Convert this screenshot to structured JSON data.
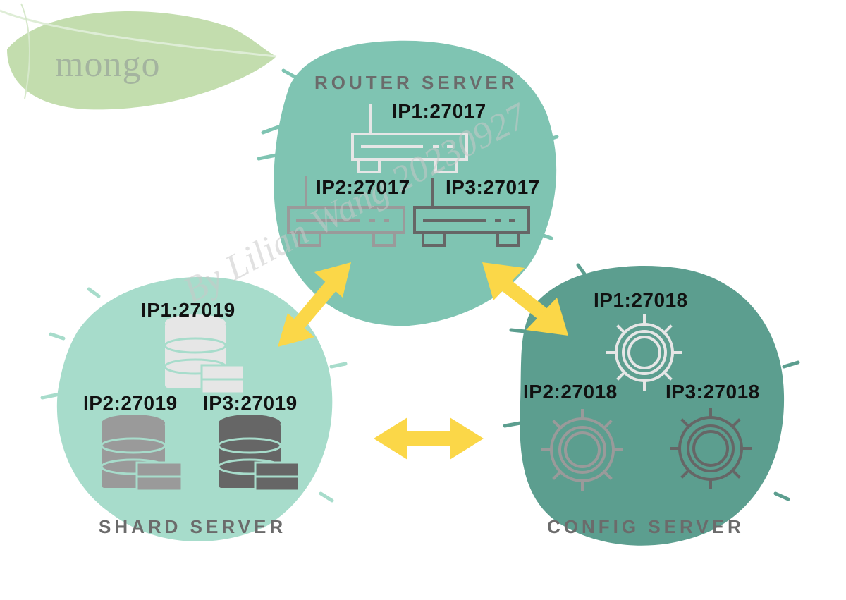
{
  "logo": {
    "text": "mongo"
  },
  "watermark": {
    "text": "By Lilian Wang 20230927"
  },
  "router": {
    "title": "ROUTER SERVER",
    "nodes": [
      "IP1:27017",
      "IP2:27017",
      "IP3:27017"
    ]
  },
  "shard": {
    "title": "SHARD SERVER",
    "nodes": [
      "IP1:27019",
      "IP2:27019",
      "IP3:27019"
    ]
  },
  "config": {
    "title": "CONFIG SERVER",
    "nodes": [
      "IP1:27018",
      "IP2:27018",
      "IP3:27018"
    ]
  },
  "colors": {
    "router_blob": "#7fc4b2",
    "shard_blob": "#a7dccb",
    "config_blob": "#5c9e8f",
    "arrow": "#fbd748",
    "leaf": "#b7d69c",
    "icon_light": "#e6e6e6",
    "icon_mid": "#9a9a9a",
    "icon_dark": "#666666"
  }
}
